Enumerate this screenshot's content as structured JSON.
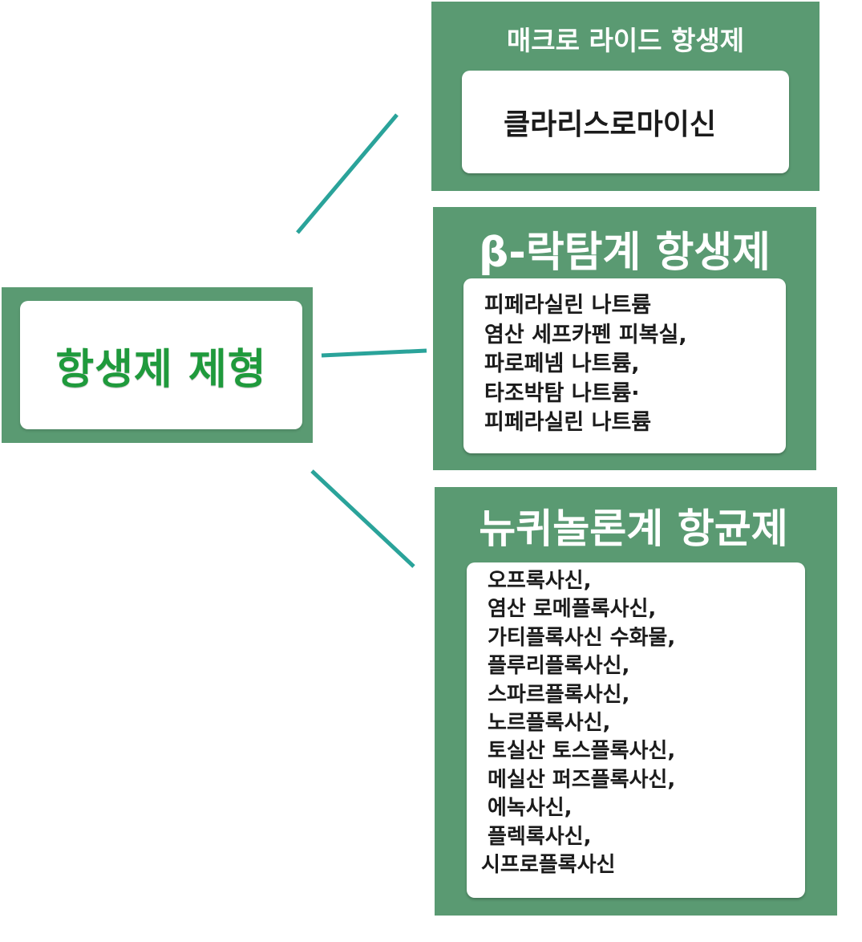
{
  "root": {
    "title": "항생제 제형"
  },
  "branches": [
    {
      "title": "매크로 라이드 항생제",
      "items": [
        "클라리스로마이신"
      ]
    },
    {
      "title": "β-락탐계 항생제",
      "items": [
        "피페라실린 나트륨",
        "염산 세프카펜 피복실,",
        "파로페넴 나트륨,",
        "타조박탐 나트륨·",
        "피페라실린 나트륨"
      ]
    },
    {
      "title": "뉴퀴놀론계 항균제",
      "items": [
        "오프록사신,",
        "염산 로메플록사신,",
        "가티플록사신 수화물,",
        "플루리플록사신,",
        "스파르플록사신,",
        "노르플록사신,",
        "토실산 토스플록사신,",
        "메실산 퍼즈플록사신,",
        "에녹사신,",
        "플렉록사신,",
        "시프로플록사신"
      ]
    }
  ],
  "colors": {
    "box_fill": "#5a9a72",
    "connector": "#2aa39a",
    "root_text": "#1f9a3c"
  }
}
